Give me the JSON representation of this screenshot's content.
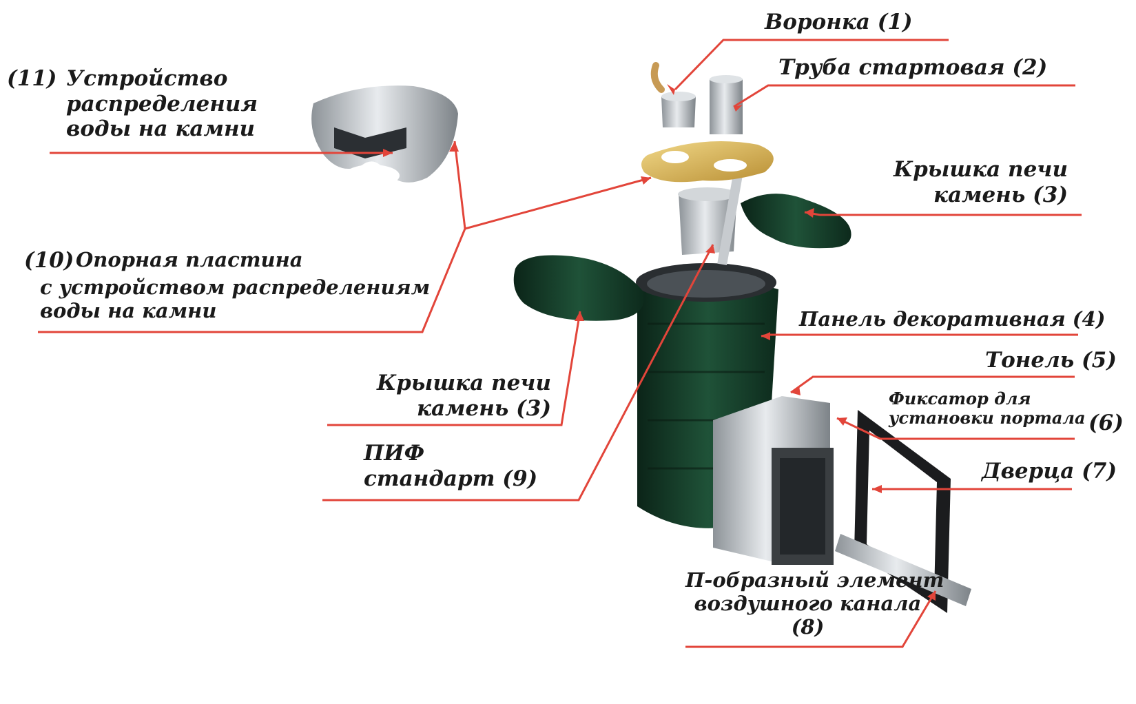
{
  "labels": {
    "funnel": "Воронка  (1)",
    "start_pipe": "Труба стартовая  (2)",
    "lid_right_line1": "Крышка печи",
    "lid_right_line2": "камень  (3)",
    "panel": "Панель декоративная  (4)",
    "tunnel": "Тонель  (5)",
    "clamp_line1": "Фиксатор для",
    "clamp_line2": "установки портала",
    "clamp_num": "(6)",
    "door": "Дверца  (7)",
    "air_line1": "П-образный элемент",
    "air_line2": "воздушного канала",
    "air_num": "(8)",
    "pif_line1": "ПИФ",
    "pif_line2": "стандарт  (9)",
    "lid_left_line1": "Крышка печи",
    "lid_left_line2": "камень  (3)",
    "plate_num": "(10)",
    "plate_line1": "Опорная пластина",
    "plate_line2": "с устройством распределениям",
    "plate_line3": "воды на камни",
    "dist_num": "(11)",
    "dist_line1": "Устройство",
    "dist_line2": "распределения",
    "dist_line3": "воды на камни"
  },
  "colors": {
    "leader": "#e2453a",
    "stone": "#163d2a",
    "steel": "#b9bec3",
    "brass": "#d9b55a",
    "text": "#1a1a1a"
  }
}
